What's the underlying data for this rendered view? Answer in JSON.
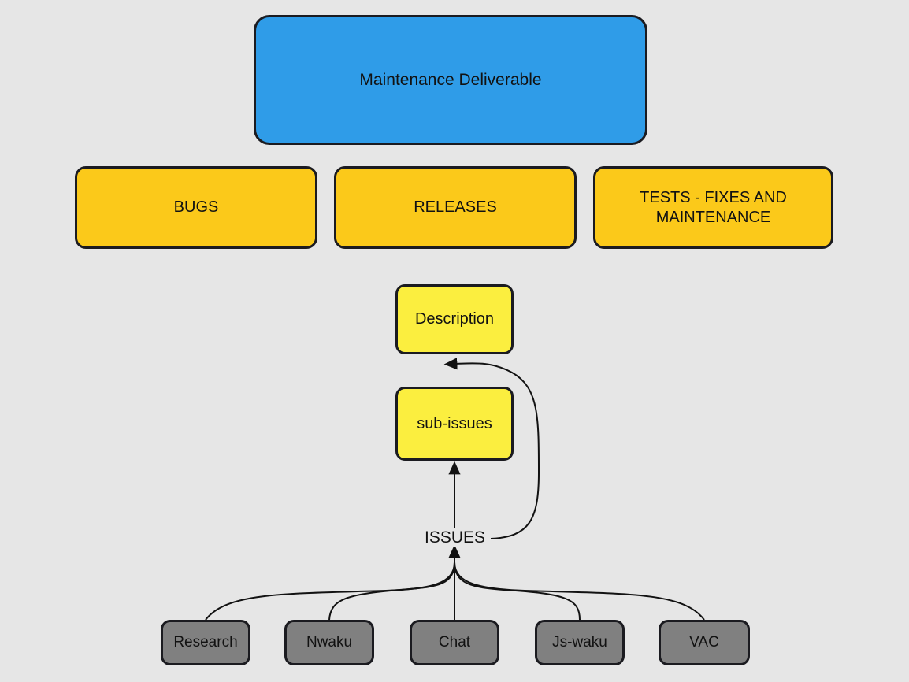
{
  "diagram": {
    "title_node": {
      "label": "Maintenance Deliverable",
      "color": "#2f9ce8"
    },
    "categories": [
      {
        "label": "BUGS",
        "color": "#fbc91a"
      },
      {
        "label": "RELEASES",
        "color": "#fbc91a"
      },
      {
        "label": "TESTS - FIXES AND\nMAINTENANCE",
        "line1": "TESTS - FIXES AND",
        "line2": "MAINTENANCE",
        "color": "#fbc91a"
      }
    ],
    "details": [
      {
        "label": "Description",
        "color": "#fbee3f"
      },
      {
        "label": "sub-issues",
        "color": "#fbee3f"
      }
    ],
    "edge_labels": [
      {
        "label": "ISSUES"
      }
    ],
    "sources": [
      {
        "label": "Research",
        "color": "#808080"
      },
      {
        "label": "Nwaku",
        "color": "#808080"
      },
      {
        "label": "Chat",
        "color": "#808080"
      },
      {
        "label": "Js-waku",
        "color": "#808080"
      },
      {
        "label": "VAC",
        "color": "#808080"
      }
    ],
    "background_color": "#e6e6e6",
    "stroke_color": "#1b1b20"
  }
}
